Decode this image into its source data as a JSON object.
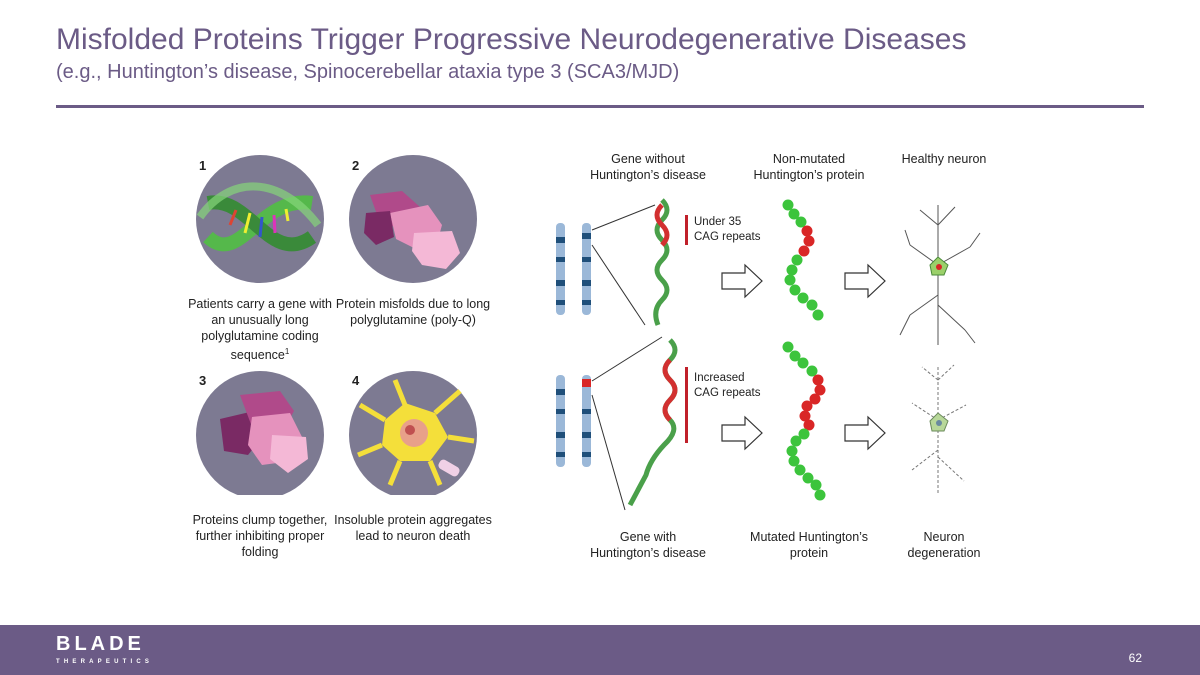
{
  "slide": {
    "title": "Misfolded Proteins Trigger Progressive Neurodegenerative Diseases",
    "subtitle": "(e.g., Huntington’s disease, Spinocerebellar ataxia type 3 (SCA3/MJD)",
    "page_number": "62"
  },
  "steps": [
    {
      "num": "1",
      "caption": "Patients carry a gene with an unusually long polyglutamine coding sequence",
      "footnote": "1"
    },
    {
      "num": "2",
      "caption": "Protein misfolds due to long polyglutamine (poly-Q)"
    },
    {
      "num": "3",
      "caption": "Proteins clump together, further inhibiting proper folding"
    },
    {
      "num": "4",
      "caption": "Insoluble protein aggregates lead to neuron death"
    }
  ],
  "diagram": {
    "top_labels": {
      "gene": "Gene without Huntington’s disease",
      "protein": "Non-mutated Huntington’s protein",
      "neuron": "Healthy neuron"
    },
    "bottom_labels": {
      "gene": "Gene with Huntington’s disease",
      "protein": "Mutated Huntington’s protein",
      "neuron": "Neuron degeneration"
    },
    "repeat_normal": "Under 35 CAG repeats",
    "repeat_increased": "Increased CAG repeats"
  },
  "logo": {
    "name": "BLADE",
    "tagline": "THERAPEUTICS"
  },
  "colors": {
    "brand": "#6b5b86",
    "circle_bg": "#7d7a92",
    "bead_green": "#3cc43c",
    "bead_red": "#d92626",
    "repeat_bar": "#c0202a"
  }
}
